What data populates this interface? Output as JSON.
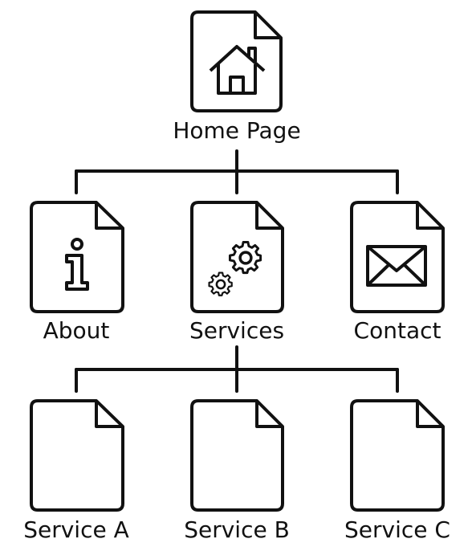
{
  "diagram": {
    "root": {
      "label": "Home Page",
      "icon": "home-icon"
    },
    "level1": [
      {
        "label": "About",
        "icon": "info-icon"
      },
      {
        "label": "Services",
        "icon": "gears-icon"
      },
      {
        "label": "Contact",
        "icon": "envelope-icon"
      }
    ],
    "level2": [
      {
        "label": "Service A",
        "icon": "blank-page-icon"
      },
      {
        "label": "Service B",
        "icon": "blank-page-icon"
      },
      {
        "label": "Service C",
        "icon": "blank-page-icon"
      }
    ],
    "colors": {
      "stroke": "#111111",
      "background": "#ffffff"
    }
  }
}
